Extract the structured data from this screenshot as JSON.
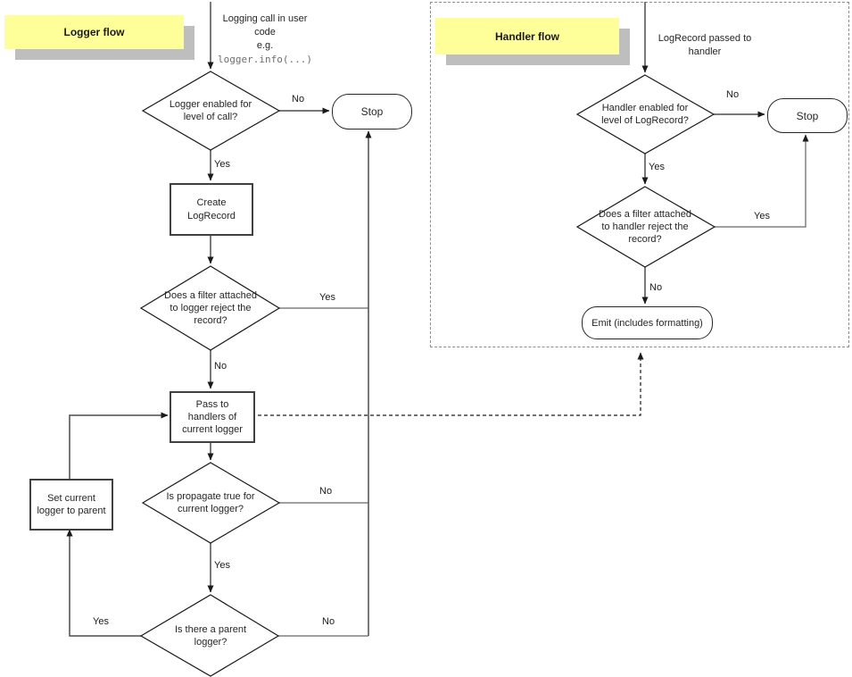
{
  "palette": {
    "label_bg": "#ffff99",
    "label_shadow": "#bebebe",
    "line_dark": "#4d4d4d",
    "line_gray": "#808080",
    "code_text": "#6e6e6e"
  },
  "logger_flow": {
    "title": "Logger flow",
    "entry_text": "Logging call in user\ncode\ne.g.",
    "entry_code": "logger.info(...)",
    "nodes": {
      "enabled_check": "Logger enabled for\nlevel of call?",
      "stop": "Stop",
      "create_record": "Create\nLogRecord",
      "filter_check": "Does a filter attached\nto logger reject the\nrecord?",
      "pass_handlers": "Pass to\nhandlers of\ncurrent logger",
      "propagate_check": "Is propagate true for\ncurrent logger?",
      "parent_check": "Is there a parent\nlogger?",
      "set_parent": "Set current\nlogger to parent"
    },
    "edges": {
      "enabled_no": "No",
      "enabled_yes": "Yes",
      "filter_yes": "Yes",
      "filter_no": "No",
      "propagate_no": "No",
      "propagate_yes": "Yes",
      "parent_yes": "Yes",
      "parent_no": "No"
    }
  },
  "handler_flow": {
    "title": "Handler flow",
    "entry_text": "LogRecord passed to\nhandler",
    "nodes": {
      "enabled_check": "Handler enabled for\nlevel of LogRecord?",
      "stop": "Stop",
      "filter_check": "Does a filter attached\nto handler reject the\nrecord?",
      "emit": "Emit (includes formatting)"
    },
    "edges": {
      "enabled_no": "No",
      "enabled_yes": "Yes",
      "filter_yes": "Yes",
      "filter_no": "No"
    }
  }
}
